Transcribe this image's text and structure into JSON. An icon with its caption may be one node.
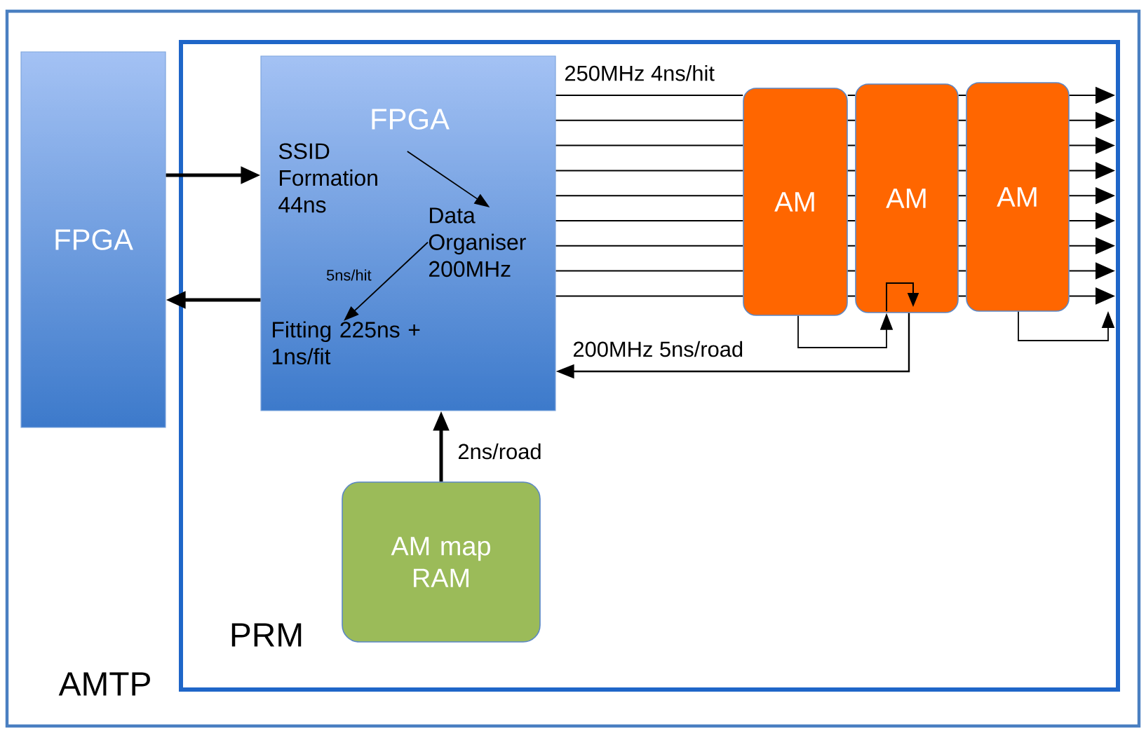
{
  "diagram": {
    "nodes": [
      {
        "text": [
          "AMTP"
        ]
      },
      {
        "text": [
          "FPGA"
        ],
        "in": 0
      },
      {
        "text": [
          "PRM"
        ],
        "in": 0
      },
      {
        "text": [
          "FPGA"
        ],
        "in": 2
      },
      {
        "text": [
          "SSID Formation 44ns"
        ],
        "in": 3
      },
      {
        "text": [
          "Data Organiser 200MHz"
        ],
        "in": 3
      },
      {
        "text": [
          "Fitting 225ns + 1ns/fit"
        ],
        "in": 3
      },
      {
        "text": [
          "AM"
        ],
        "in": 2
      },
      {
        "text": [
          "AM"
        ],
        "in": 2
      },
      {
        "text": [
          "AM"
        ],
        "in": 2
      },
      {
        "text": [
          "AM map RAM"
        ],
        "in": 2
      }
    ],
    "edges": [
      {
        "from": 1,
        "to": 3,
        "arrow": "to",
        "style": "thick"
      },
      {
        "from": 3,
        "to": 1,
        "arrow": "to",
        "style": "thick"
      },
      {
        "from": 4,
        "to": 5,
        "arrow": "to"
      },
      {
        "from": 5,
        "to": 6,
        "arrow": "to",
        "label": "5ns/hit"
      },
      {
        "from": 3,
        "to": null,
        "arrow": "to",
        "label": "250MHz 4ns/hit"
      },
      {
        "from": 3,
        "to": null,
        "arrow": "to"
      },
      {
        "from": 3,
        "to": null,
        "arrow": "to"
      },
      {
        "from": 3,
        "to": null,
        "arrow": "to"
      },
      {
        "from": 3,
        "to": null,
        "arrow": "to"
      },
      {
        "from": 3,
        "to": null,
        "arrow": "to"
      },
      {
        "from": 3,
        "to": null,
        "arrow": "to"
      },
      {
        "from": 3,
        "to": null,
        "arrow": "to"
      },
      {
        "from": 3,
        "to": null,
        "arrow": "to"
      },
      {
        "from": 7,
        "to": 8,
        "arrow": "to"
      },
      {
        "from": 8,
        "to": 3,
        "arrow": "to",
        "label": "200MHz 5ns/road"
      },
      {
        "from": 9,
        "to": null,
        "arrow": "to"
      },
      {
        "from": 10,
        "to": 3,
        "arrow": "to",
        "label": "2ns/road",
        "style": "thick"
      }
    ]
  }
}
